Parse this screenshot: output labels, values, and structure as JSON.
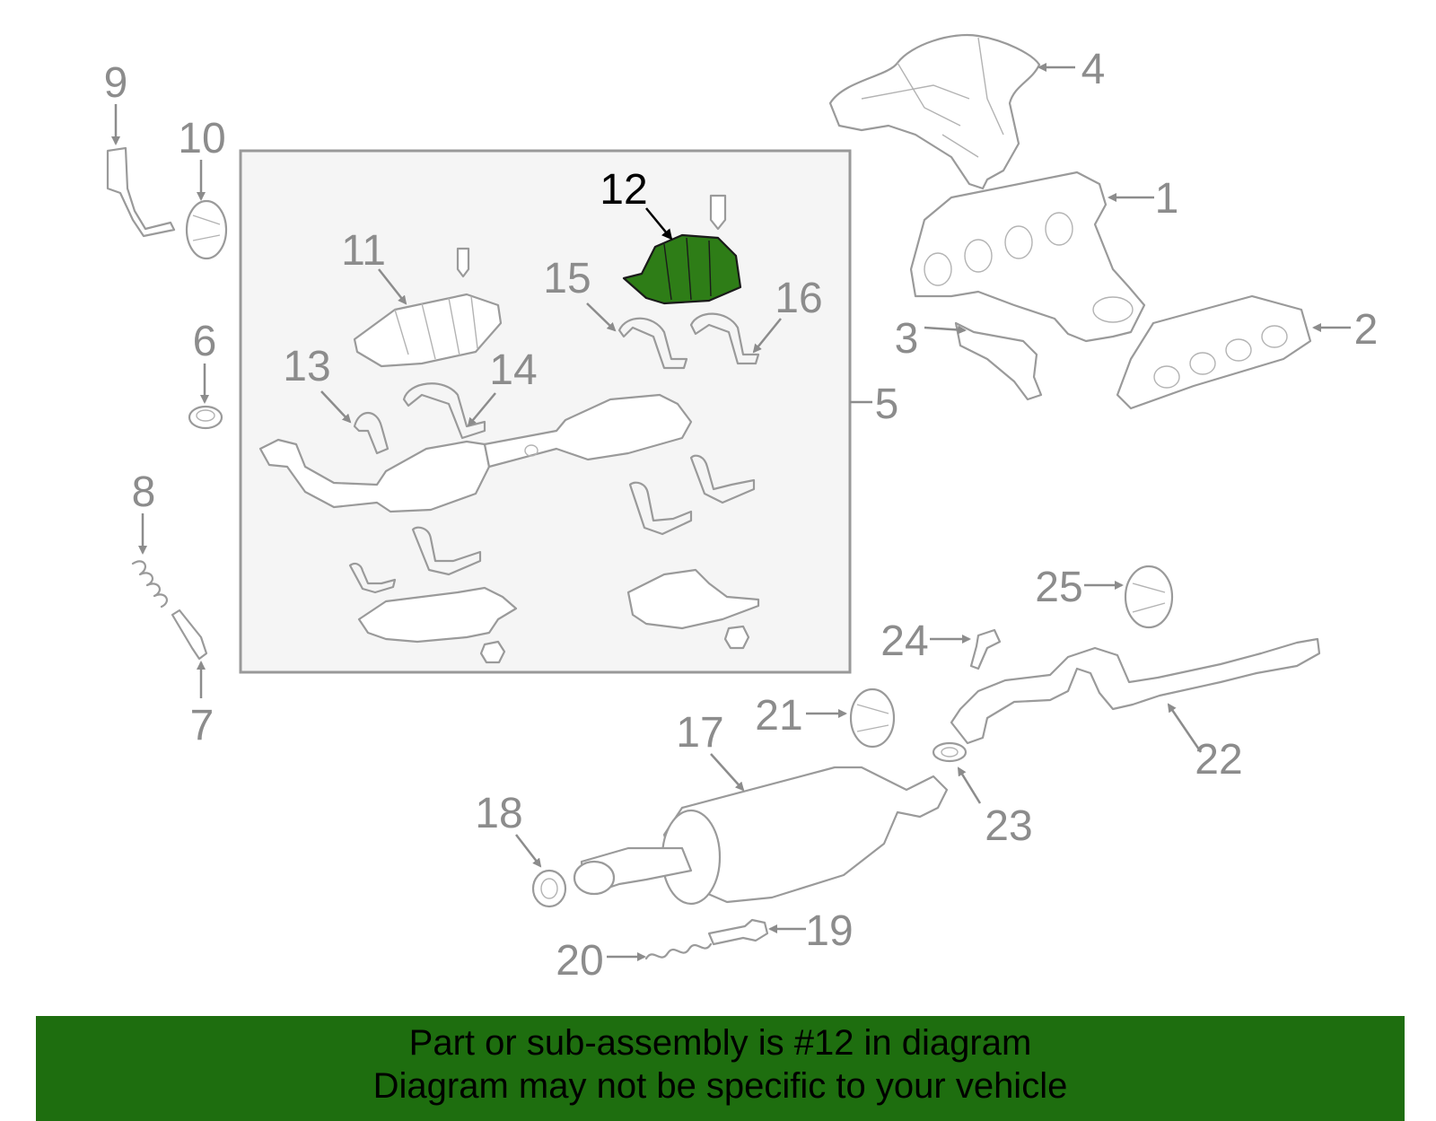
{
  "callouts": {
    "c1": "1",
    "c2": "2",
    "c3": "3",
    "c4": "4",
    "c5": "5",
    "c6": "6",
    "c7": "7",
    "c8": "8",
    "c9": "9",
    "c10": "10",
    "c11": "11",
    "c12": "12",
    "c13": "13",
    "c14": "14",
    "c15": "15",
    "c16": "16",
    "c17": "17",
    "c18": "18",
    "c19": "19",
    "c20": "20",
    "c21": "21",
    "c22": "22",
    "c23": "23",
    "c24": "24",
    "c25": "25"
  },
  "highlight": {
    "part": "12",
    "color": "#2e7d17"
  },
  "banner": {
    "line1": "Part or sub-assembly is #12 in diagram",
    "line2": "Diagram may not be specific to your vehicle",
    "color": "#1e6e0f"
  }
}
